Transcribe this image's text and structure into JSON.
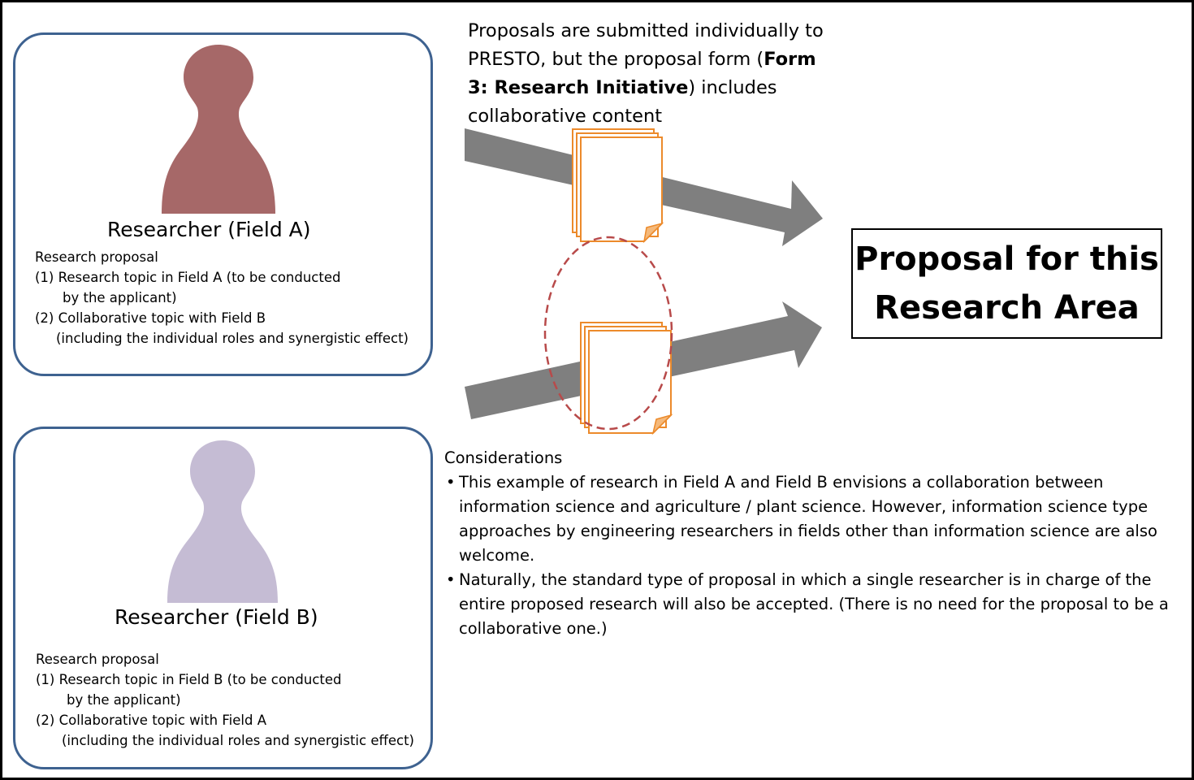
{
  "colors": {
    "frame": "#000000",
    "panel_border": "#3e6290",
    "researcher_a": "#a66868",
    "researcher_b": "#c5bcd4",
    "arrow": "#7f7f7f",
    "document_border": "#ec8a2b",
    "document_fold": "#f5b97a",
    "link_ellipse": "#b84a4a"
  },
  "icons": {
    "researcher": "person-silhouette-icon",
    "document": "document-stack-icon",
    "arrow": "block-arrow-icon"
  },
  "researcher_a": {
    "title": "Researcher (Field A)",
    "proposal_heading": "Research proposal",
    "line1": "(1)   Research topic in Field A (to be conducted",
    "line2": "by the applicant)",
    "line3": "(2) Collaborative topic with Field B",
    "line4": "(including the individual roles and synergistic effect)"
  },
  "researcher_b": {
    "title": "Researcher (Field B)",
    "proposal_heading": "Research proposal",
    "line1": "(1)   Research topic in Field B (to be conducted",
    "line2": "by the applicant)",
    "line3": "(2)  Collaborative topic with Field A",
    "line4": "(including the individual roles and synergistic effect)"
  },
  "submission_note": {
    "text_before": "Proposals are submitted individually to PRESTO, but the proposal form (",
    "bold": "Form 3: Research Initiative",
    "text_after": ") includes collaborative content"
  },
  "target": {
    "label": "Proposal for this Research Area"
  },
  "considerations": {
    "heading": "Considerations",
    "bullets": [
      "This example of research in Field A and Field B envisions a collaboration between information science and agriculture / plant science. However, information science type approaches by engineering researchers in fields other than information science are also welcome.",
      "Naturally, the standard type of proposal in which a single researcher is in charge of the entire proposed research will also be accepted. (There is no need for the proposal to be a collaborative one.)"
    ]
  }
}
